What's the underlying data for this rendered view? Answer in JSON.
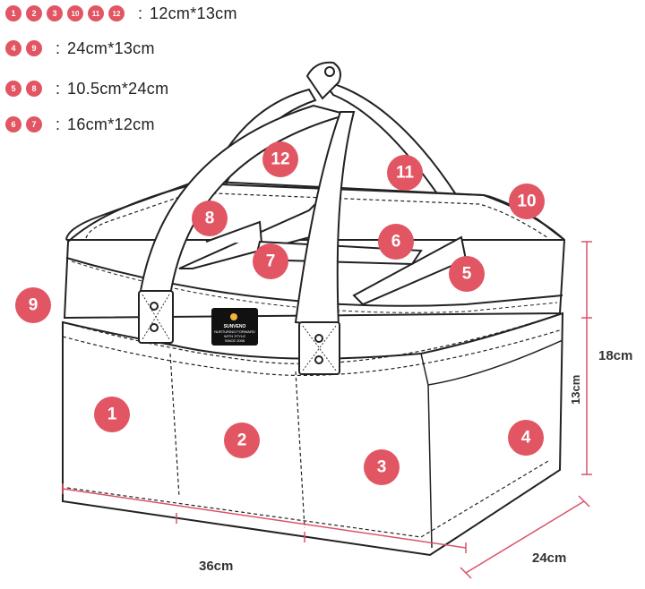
{
  "legend": [
    {
      "ids": [
        "1",
        "2",
        "3",
        "10",
        "11",
        "12"
      ],
      "dimension": "12cm*13cm"
    },
    {
      "ids": [
        "4",
        "9"
      ],
      "dimension": "24cm*13cm"
    },
    {
      "ids": [
        "5",
        "8"
      ],
      "dimension": "10.5cm*24cm"
    },
    {
      "ids": [
        "6",
        "7"
      ],
      "dimension": "16cm*12cm"
    }
  ],
  "legend_colon": ":",
  "measurements": {
    "length": "36cm",
    "width": "24cm",
    "height": "18cm",
    "pocket_height": "13cm"
  },
  "compartments": [
    "1",
    "2",
    "3",
    "4",
    "5",
    "6",
    "7",
    "8",
    "9",
    "10",
    "11",
    "12"
  ],
  "logo": {
    "brand": "SUNVENO",
    "line1": "NURTURING FORWARD",
    "line2": "WITH STYLE",
    "line3": "SINCE 2006"
  },
  "colors": {
    "badge": "#e25563",
    "dimension_line": "#d9536a",
    "outline": "#222222"
  }
}
